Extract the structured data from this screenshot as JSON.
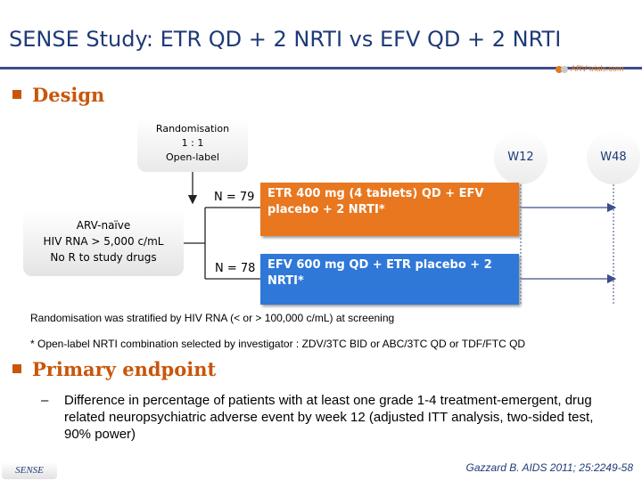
{
  "title": "SENSE Study: ETR QD + 2 NRTI vs EFV QD + 2 NRTI",
  "logo_text": "ARV-trials.com",
  "design": {
    "heading": "Design",
    "randomisation": [
      "Randomisation",
      "1 : 1",
      "Open-label"
    ],
    "timepoints": [
      "W12",
      "W48"
    ],
    "population": [
      "ARV-naïve",
      "HIV RNA > 5,000 c/mL",
      "No R to study drugs"
    ],
    "arms": [
      {
        "n": "N = 79",
        "label": "ETR 400 mg (4 tablets) QD + EFV placebo + 2 NRTI*",
        "color": "#e8771f"
      },
      {
        "n": "N = 78",
        "label": "EFV 600 mg QD + ETR placebo + 2 NRTI*",
        "color": "#2f78d8"
      }
    ],
    "stratification_note": "Randomisation was stratified by HIV RNA (< or > 100,000 c/mL) at screening",
    "nrti_note": "* Open-label NRTI combination selected by investigator : ZDV/3TC BID or ABC/3TC QD or TDF/FTC QD"
  },
  "primary_endpoint": {
    "heading": "Primary endpoint",
    "text": "Difference in percentage of patients with at least one grade 1-4 treatment-emergent, drug related neuropsychiatric adverse event by week 12 (adjusted ITT analysis, two-sided test, 90% power)"
  },
  "footer": {
    "study_tag": "SENSE",
    "citation": "Gazzard B. AIDS 2011; 25:2249-58"
  },
  "colors": {
    "title": "#1f3a78",
    "accent": "#c8560b",
    "etr_arm": "#e8771f",
    "efv_arm": "#2f78d8"
  },
  "icons": [
    "logo-icon",
    "section-bullet-icon"
  ]
}
